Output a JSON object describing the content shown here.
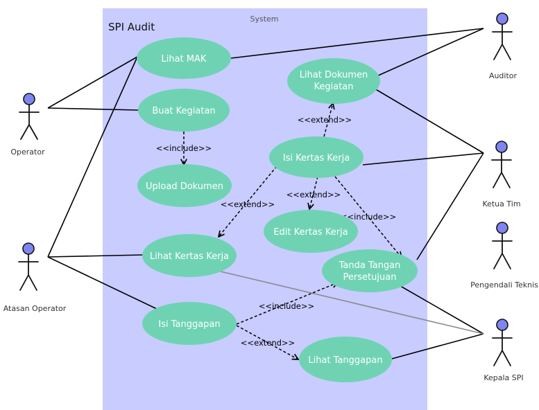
{
  "system": {
    "caption": "System",
    "title": "SPI Audit"
  },
  "colors": {
    "system_fill": "#c8ccff",
    "use_case_fill": "#6fd3b3",
    "actor_head": "#7f85f0"
  },
  "use_cases": {
    "lihat_mak": "Lihat MAK",
    "buat_kegiatan": "Buat Kegiatan",
    "upload_dokumen": "Upload Dokumen",
    "lihat_dokumen_line1": "Lihat Dokumen",
    "lihat_dokumen_line2": "Kegiatan",
    "isi_kertas_kerja": "Isi Kertas Kerja",
    "edit_kertas_kerja": "Edit Kertas Kerja",
    "lihat_kertas_kerja": "Lihat Kertas Kerja",
    "tanda_tangan_line1": "Tanda Tangan",
    "tanda_tangan_line2": "Persetujuan",
    "isi_tanggapan": "Isi Tanggapan",
    "lihat_tanggapan": "Lihat Tanggapan"
  },
  "actors": {
    "operator": "Operator",
    "atasan_operator": "Atasan Operator",
    "auditor": "Auditor",
    "ketua_tim": "Ketua Tim",
    "pengendali_teknis": "Pengendali Teknis",
    "kepala_spi": "Kepala SPI"
  },
  "relations": {
    "include_upload": "<<include>>",
    "extend_isi": "<<extend>>",
    "extend_lihat_kk": "<<extend>>",
    "extend_edit": "<<extend>>",
    "include_ttd": "<<include>>",
    "include_tanggapan": "<<include>>",
    "extend_tanggapan": "<<extend>>"
  }
}
